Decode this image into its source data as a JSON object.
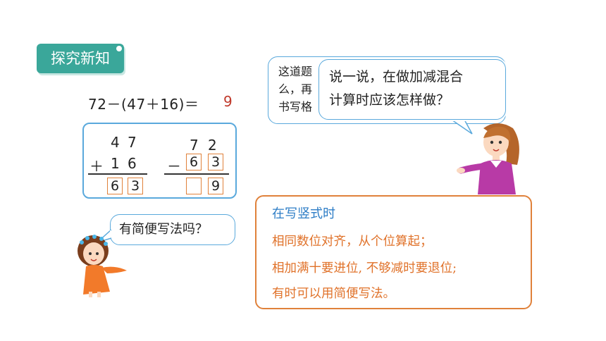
{
  "section_title": "探究新知",
  "equation": {
    "expression": "72－(47＋16)＝",
    "answer": "9"
  },
  "vertical_calc": {
    "addition": {
      "top_digits": [
        "4",
        "7"
      ],
      "operator": "＋",
      "bottom_digits": [
        "1",
        "6"
      ],
      "result_digits": [
        "6",
        "3"
      ]
    },
    "subtraction": {
      "top_digits": [
        "7",
        "2"
      ],
      "operator": "－",
      "bottom_digits": [
        "6",
        "3"
      ],
      "result_digits": [
        "",
        "9"
      ]
    }
  },
  "bubbles": {
    "back_lines": [
      "这道题",
      "么，再",
      "书写格"
    ],
    "front_lines": [
      "说一说，在做加减混合",
      "计算时应该怎样做？"
    ],
    "small": "有简便写法吗？"
  },
  "rules": {
    "heading": "在写竖式时",
    "lines": [
      "相同数位对齐，从个位算起；",
      "相加满十要进位, 不够减时要退位;",
      "有时可以用简便写法。"
    ]
  },
  "colors": {
    "badge": "#3aa79a",
    "blue_border": "#5aa9dc",
    "orange": "#e0813a",
    "heading_blue": "#2d7dc6",
    "answer_red": "#c0392b"
  }
}
